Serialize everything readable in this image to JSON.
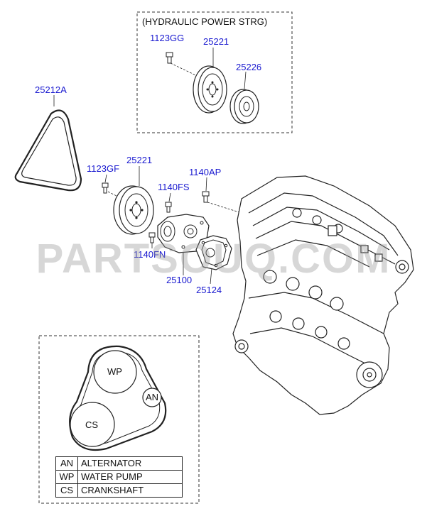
{
  "hydraulic_box": {
    "title": "(HYDRAULIC POWER STRG)"
  },
  "part_numbers": {
    "bolt_top": "1123GG",
    "pulley_top": "25221",
    "pulley_ps": "25226",
    "belt": "25212A",
    "bolt_left": "1123GF",
    "pulley_main": "25221",
    "bolt_fs": "1140FS",
    "bolt_ap": "1140AP",
    "bolt_fn": "1140FN",
    "water_pump": "25100",
    "gasket": "25124"
  },
  "watermark": "PARTSOUQ.COM",
  "belt_diagram": {
    "wp_label": "WP",
    "an_label": "AN",
    "cs_label": "CS"
  },
  "legend": [
    {
      "code": "AN",
      "name": "ALTERNATOR"
    },
    {
      "code": "WP",
      "name": "WATER PUMP"
    },
    {
      "code": "CS",
      "name": "CRANKSHAFT"
    }
  ],
  "colors": {
    "part_number": "#1a1ad0",
    "line": "#222222",
    "watermark": "#969696"
  }
}
